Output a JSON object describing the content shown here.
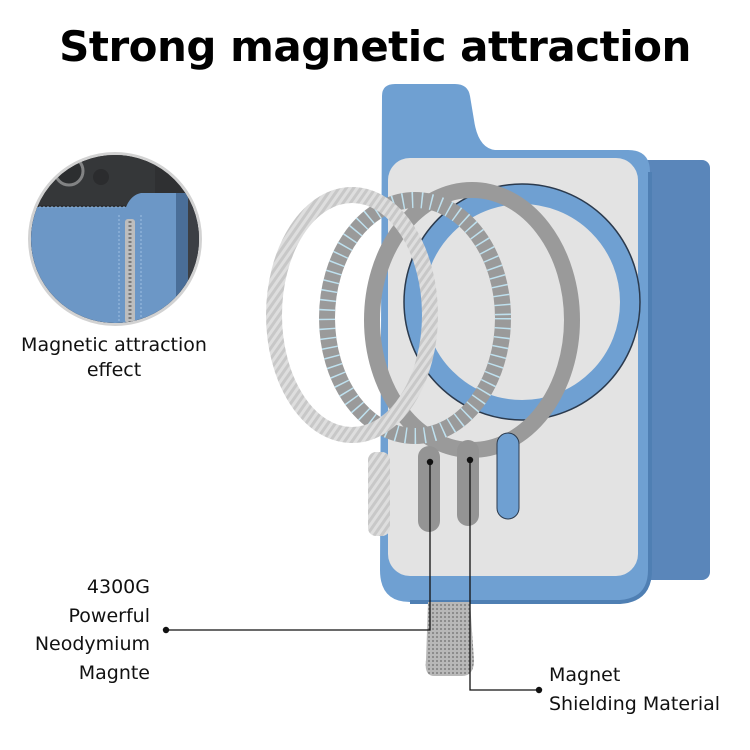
{
  "title": "Strong magnetic attraction",
  "inset": {
    "caption_line1": "Magnetic attraction",
    "caption_line2": "effect",
    "image": "blue-leather-wallet-case-with-zipper-closeup"
  },
  "callouts": {
    "left": {
      "line1": "4300G",
      "line2": "Powerful",
      "line3": "Neodymium",
      "line4": "Magnte"
    },
    "right": {
      "line1": "Magnet",
      "line2": "Shielding Material"
    }
  },
  "product": {
    "name": "magsafe-wallet-card-holder",
    "colors": {
      "body_blue": "#6fa0d2",
      "body_blue_dark": "#4f7fb3",
      "plate_silver": "#e3e3e3",
      "ring_gray": "#9a9a9a",
      "ring_light": "#dcdcdc",
      "strap_gray": "#a7a7a7"
    }
  }
}
